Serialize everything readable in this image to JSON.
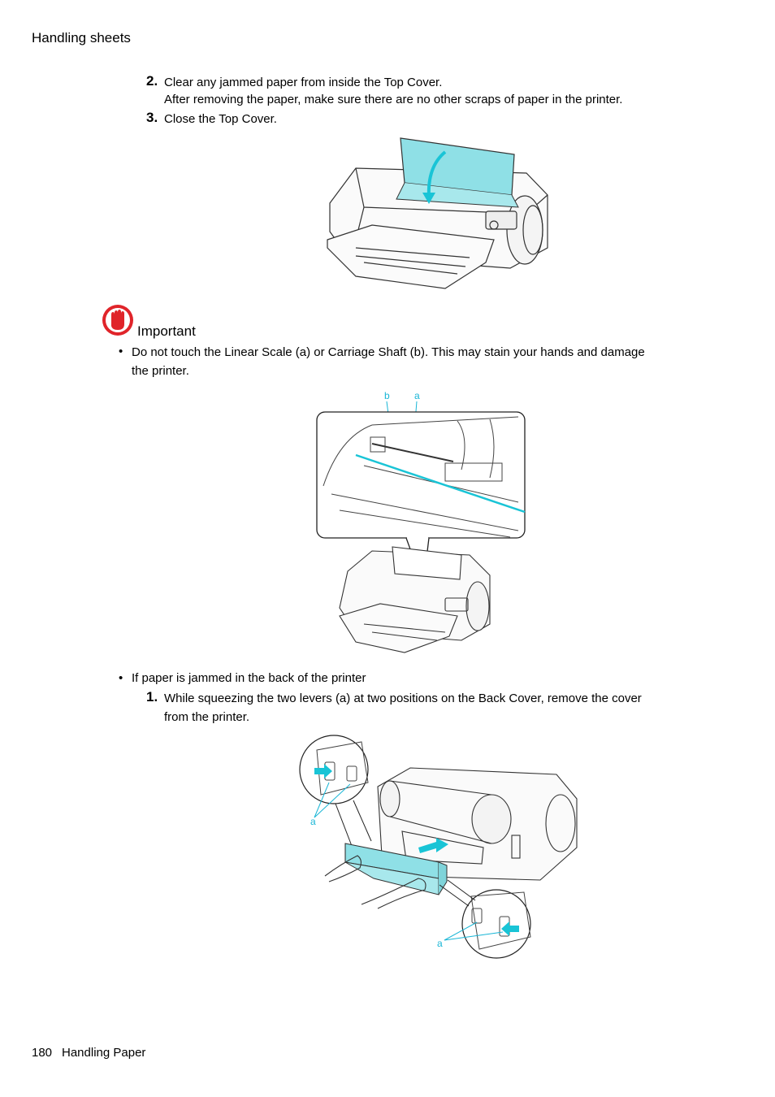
{
  "header": {
    "section": "Handling sheets"
  },
  "steps_top": [
    {
      "num": "2.",
      "line1": "Clear any jammed paper from inside the Top Cover.",
      "line2": "After removing the paper, make sure there are no other scraps of paper in the printer."
    },
    {
      "num": "3.",
      "line1": "Close the Top Cover."
    }
  ],
  "important": {
    "title": "Important",
    "bullet1_line1": "Do not touch the Linear Scale (a) or Carriage Shaft (b). This may stain your hands and damage",
    "bullet1_line2": "the printer.",
    "fig_label_b": "b",
    "fig_label_a": "a"
  },
  "back_jam": {
    "bullet": "If paper is jammed in the back of the printer",
    "step_num": "1.",
    "step_line1": "While squeezing the two levers (a) at two positions on the Back Cover, remove the cover",
    "step_line2": "from the printer.",
    "fig_label_a1": "a",
    "fig_label_a2": "a"
  },
  "footer": {
    "page_number": "180",
    "section": "Handling Paper"
  },
  "colors": {
    "accent_cyan": "#8fe0e6",
    "arrow_cyan": "#19c4d6",
    "label_cyan": "#19b6d6",
    "important_red": "#e0242a"
  }
}
